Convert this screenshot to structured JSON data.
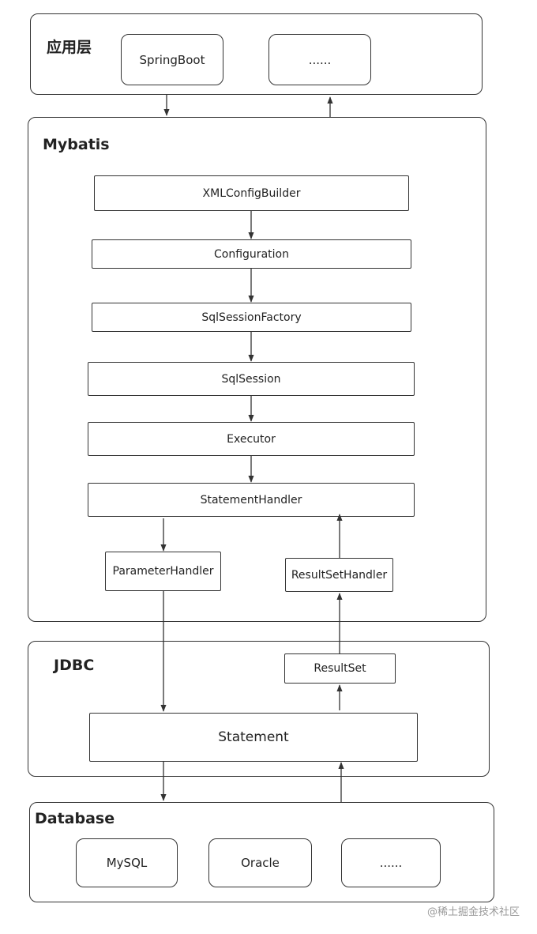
{
  "application_layer": {
    "title": "应用层",
    "items": [
      "SpringBoot",
      "......"
    ]
  },
  "mybatis_layer": {
    "title": "Mybatis",
    "flow": [
      "XMLConfigBuilder",
      "Configuration",
      "SqlSessionFactory",
      "SqlSession",
      "Executor",
      "StatementHandler"
    ],
    "parameter_handler": "ParameterHandler",
    "result_set_handler": "ResultSetHandler"
  },
  "jdbc_layer": {
    "title": "JDBC",
    "result_set": "ResultSet",
    "statement": "Statement"
  },
  "database_layer": {
    "title": "Database",
    "items": [
      "MySQL",
      "Oracle",
      "......"
    ]
  },
  "watermark": "@稀土掘金技术社区"
}
